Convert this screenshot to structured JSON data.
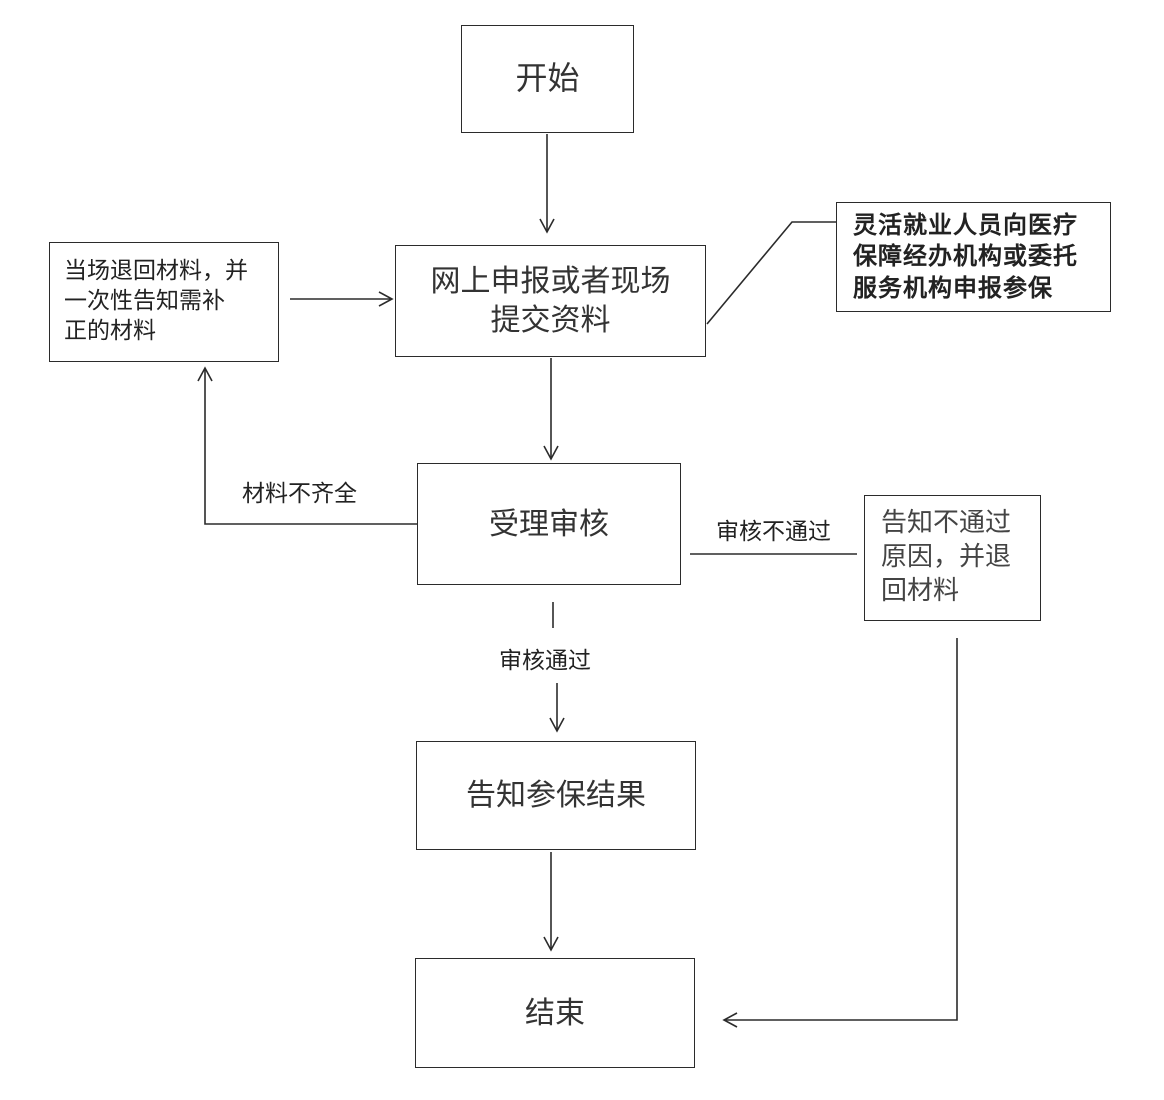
{
  "nodes": {
    "start": "开始",
    "submit": "网上申报或者现场\n提交资料",
    "note": "灵活就业人员向医疗\n保障经办机构或委托\n服务机构申报参保",
    "return": "当场退回材料，并\n一次性告知需补\n正的材料",
    "review": "受理审核",
    "fail": "告知不通过\n原因，并退\n回材料",
    "notify": "告知参保结果",
    "end": "结束"
  },
  "edges": {
    "incomplete": "材料不齐全",
    "rejected": "审核不通过",
    "approved": "审核通过"
  }
}
